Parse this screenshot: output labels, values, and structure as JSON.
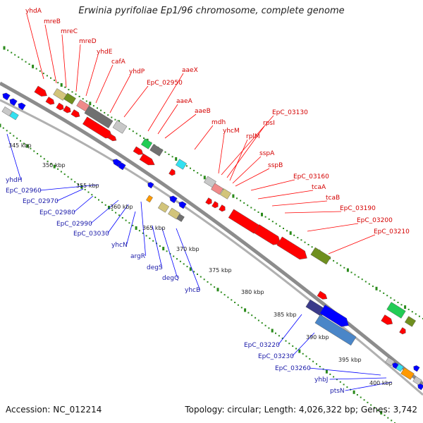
{
  "title": "Erwinia pyrifoliae Ep1/96 chromosome, complete genome",
  "footer": {
    "accession": "Accession: NC_012214",
    "summary": "Topology: circular; Length: 4,026,322 bp; Genes: 3,742"
  },
  "colors": {
    "forward_label": "#d40000",
    "reverse_label": "#1a1aa8",
    "backbone": "#8c8c8c",
    "tick_dots": "#2a8a1a"
  },
  "kbp_ticks": [
    "345 kbp",
    "350 kbp",
    "355 kbp",
    "360 kbp",
    "365 kbp",
    "370 kbp",
    "375 kbp",
    "380 kbp",
    "385 kbp",
    "390 kbp",
    "395 kbp",
    "400 kbp"
  ],
  "forward_genes": [
    "yhdA",
    "mreB",
    "mreC",
    "mreD",
    "yhdE",
    "cafA",
    "yhdP",
    "aaeX",
    "EpC_02950",
    "aaeA",
    "aaeB",
    "mdh",
    "yhcM",
    "EpC_03130",
    "rpsI",
    "rplM",
    "sspA",
    "sspB",
    "EpC_03160",
    "tcaA",
    "tcaB",
    "EpC_03190",
    "EpC_03200",
    "EpC_03210"
  ],
  "reverse_genes": [
    "yhdH",
    "EpC_02960",
    "EpC_02970",
    "EpC_02980",
    "EpC_02990",
    "EpC_03030",
    "yhcN",
    "argR",
    "degS",
    "degQ",
    "yhcB",
    "EpC_03220",
    "EpC_03230",
    "EpC_03260",
    "yhbJ",
    "ptsN"
  ]
}
